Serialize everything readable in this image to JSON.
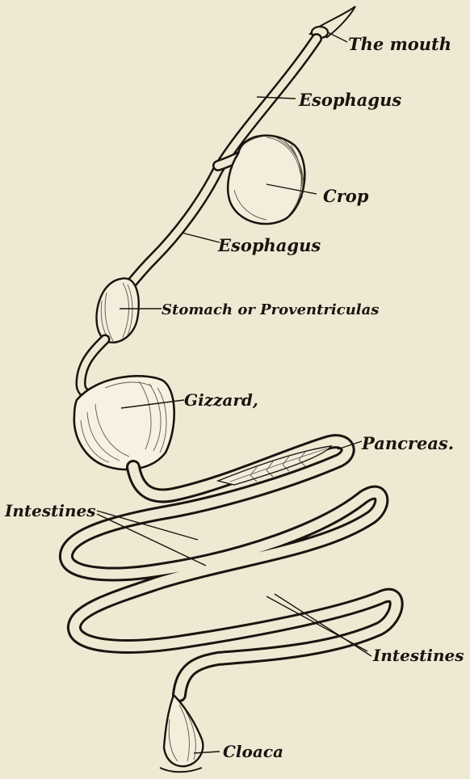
{
  "labels": {
    "mouth": "The mouth",
    "esophagus_upper": "Esophagus",
    "crop": "Crop",
    "esophagus_lower": "Esophagus",
    "stomach": "Stomach or Proventriculas",
    "gizzard": "Gizzard,",
    "pancreas": "Pancreas.",
    "intestines_left": "Intestines",
    "intestines_right": "Intestines",
    "cloaca": "Cloaca"
  },
  "colors": {
    "paper": "#efe9d3",
    "ink": "#1a1410"
  }
}
